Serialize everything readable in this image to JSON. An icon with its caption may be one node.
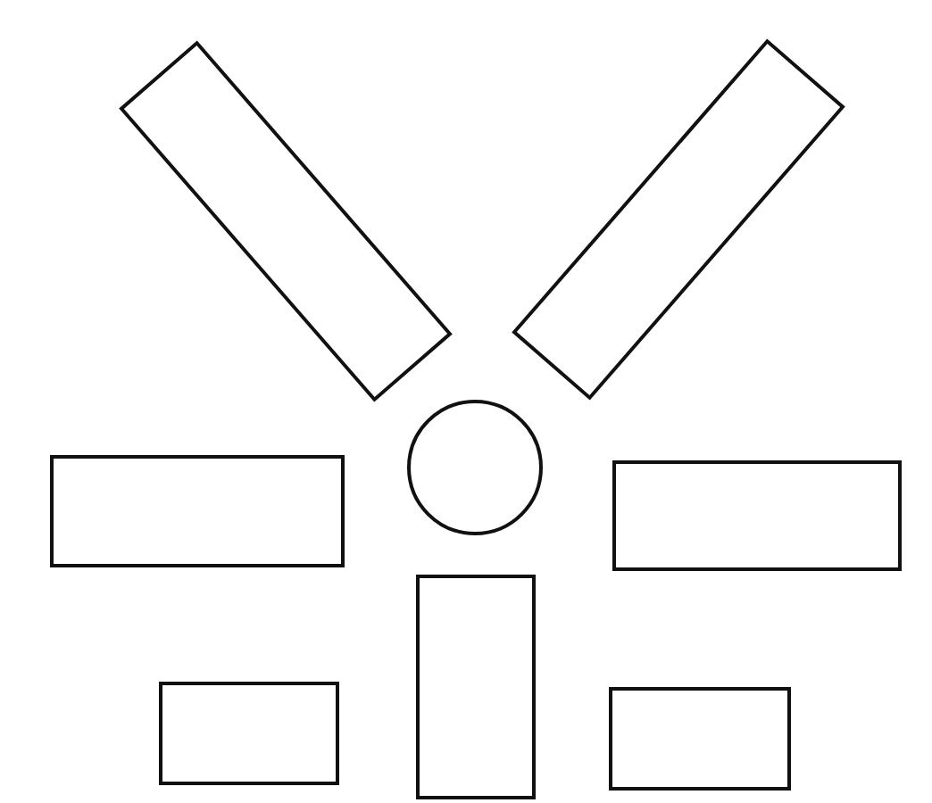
{
  "diagram": {
    "nodes": [
      {
        "text": [],
        "shape": "box"
      },
      {
        "text": [],
        "shape": "box"
      },
      {
        "text": [],
        "shape": "box"
      },
      {
        "text": [],
        "shape": "circle"
      },
      {
        "text": [],
        "shape": "box"
      },
      {
        "text": [],
        "shape": "box"
      },
      {
        "text": [],
        "shape": "box"
      },
      {
        "text": [],
        "shape": "box"
      }
    ]
  }
}
